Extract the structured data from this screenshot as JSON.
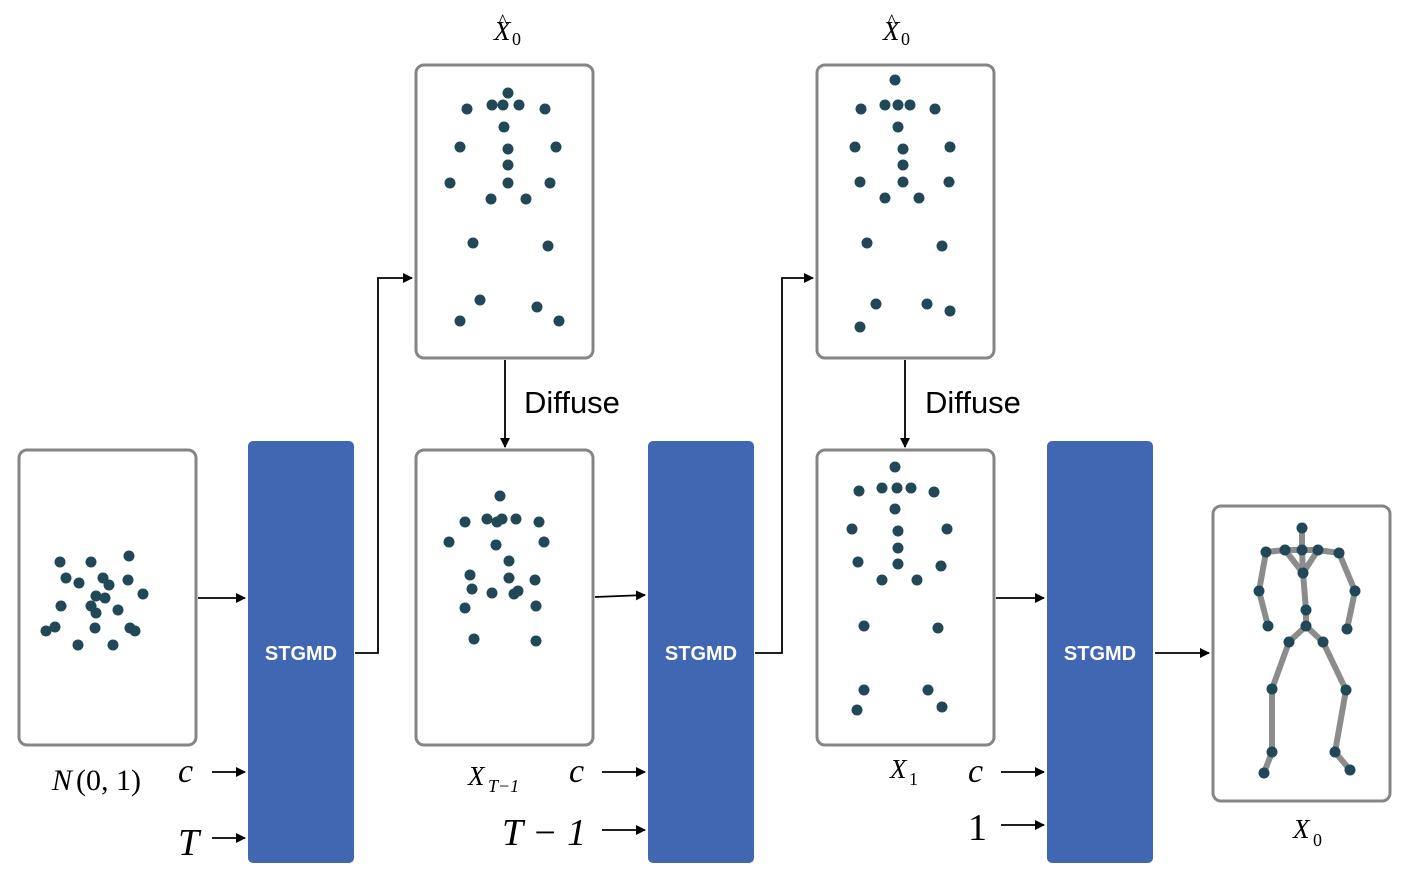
{
  "diagram": {
    "block_label": "STGMD",
    "diffuse_label": "Diffuse",
    "x0_hat_base": "X",
    "x0_hat_hat": "^",
    "x0_hat_sub": "0",
    "noise_label_n": "N",
    "noise_label_args": "(0, 1)",
    "noisy_label_base": "X",
    "noisy_label_sub": "T−1",
    "x1_label_base": "X",
    "x1_label_sub": "1",
    "output_label_base": "X",
    "output_label_sub": "0",
    "cond_label": "c",
    "step1_label": "T",
    "step2_label": "T − 1",
    "step3_label": "1"
  },
  "colors": {
    "block": "#4166b2",
    "joint": "#214857",
    "bone": "#8c8c8c",
    "panel_border": "#858585"
  }
}
